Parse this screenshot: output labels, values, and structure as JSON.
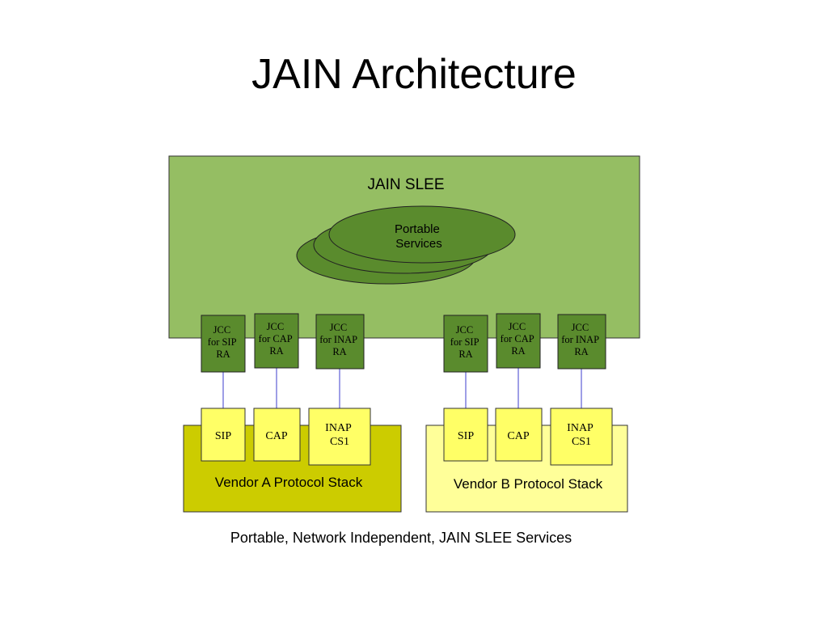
{
  "slide": {
    "title": "JAIN Architecture"
  },
  "diagram": {
    "slee": {
      "label": "JAIN SLEE",
      "portable_services": [
        "Portable",
        "Services"
      ]
    },
    "vendor_a": {
      "adaptors": [
        {
          "lines": [
            "JCC",
            "for SIP",
            "RA"
          ]
        },
        {
          "lines": [
            "JCC",
            "for CAP",
            "RA"
          ]
        },
        {
          "lines": [
            "JCC",
            "for INAP",
            "RA"
          ]
        }
      ],
      "protocols": [
        {
          "lines": [
            "SIP"
          ]
        },
        {
          "lines": [
            "CAP"
          ]
        },
        {
          "lines": [
            "INAP",
            "CS1"
          ]
        }
      ],
      "stack_label": "Vendor A Protocol Stack"
    },
    "vendor_b": {
      "adaptors": [
        {
          "lines": [
            "JCC",
            "for SIP",
            "RA"
          ]
        },
        {
          "lines": [
            "JCC",
            "for CAP",
            "RA"
          ]
        },
        {
          "lines": [
            "JCC",
            "for INAP",
            "RA"
          ]
        }
      ],
      "protocols": [
        {
          "lines": [
            "SIP"
          ]
        },
        {
          "lines": [
            "CAP"
          ]
        },
        {
          "lines": [
            "INAP",
            "CS1"
          ]
        }
      ],
      "stack_label": "Vendor B Protocol Stack"
    },
    "caption": "Portable, Network Independent, JAIN SLEE Services"
  },
  "colors": {
    "slee_fill": "#95be63",
    "ellipse_fill": "#5a8b2d",
    "adaptor_fill": "#5a8b2d",
    "vendor_a_fill": "#cccc00",
    "vendor_b_fill": "#ffff99",
    "protocol_fill": "#ffff66",
    "connector": "#3d3dcc"
  }
}
